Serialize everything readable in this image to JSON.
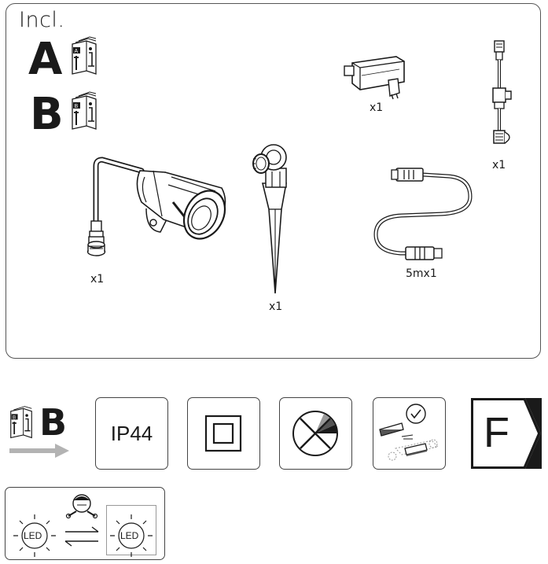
{
  "header": {
    "title": "Incl."
  },
  "manuals": [
    {
      "letter": "A",
      "icon": "manual-booklet-icon"
    },
    {
      "letter": "B",
      "icon": "manual-booklet-icon"
    }
  ],
  "components": [
    {
      "name": "spot-light",
      "qty": "x1"
    },
    {
      "name": "ground-spike",
      "qty": "x1"
    },
    {
      "name": "power-adapter",
      "qty": "x1"
    },
    {
      "name": "t-connector",
      "qty": "x1"
    },
    {
      "name": "extension-cable",
      "qty": "5mx1"
    }
  ],
  "footer": {
    "manual_ref_letter": "B",
    "ip_rating": "IP44",
    "energy_class": "F",
    "led_label": "LED"
  },
  "colors": {
    "stroke": "#1a1a1a",
    "arrow_gray": "#b3b3b3",
    "border": "#555555"
  }
}
